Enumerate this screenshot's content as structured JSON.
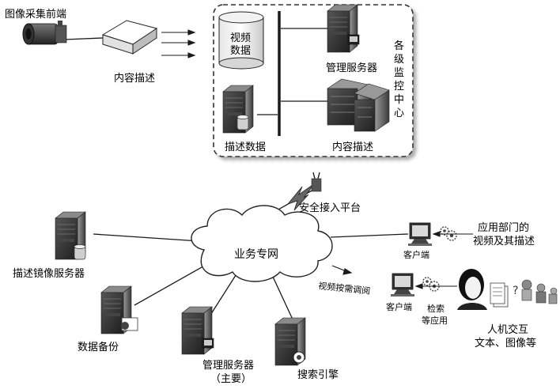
{
  "labels": {
    "camera": "图像采集前端",
    "content_desc_top": "内容描述",
    "video_data_l1": "视频",
    "video_data_l2": "数据",
    "mgmt_server_top": "管理服务器",
    "monitor_center": [
      "各",
      "级",
      "监",
      "控",
      "中",
      "心"
    ],
    "desc_data": "描述数据",
    "content_desc_center": "内容描述",
    "secure_platform": "安全接入平台",
    "business_net": "业务专网",
    "desc_mirror": "描述镜像服务器",
    "data_backup": "数据备份",
    "mgmt_server_main_l1": "管理服务器",
    "mgmt_server_main_l2": "（主要）",
    "search_engine": "搜索引擎",
    "client_1": "客户端",
    "app_dept_l1": "应用部门的",
    "app_dept_l2": "视频及其描述",
    "video_on_demand": "视频按需调阅",
    "client_2": "客户端",
    "search_app_l1": "检索",
    "search_app_l2": "等应用",
    "hci_l1": "人机交互",
    "hci_l2": "文本、图像等"
  },
  "colors": {
    "server_dark": "#2e2e2e",
    "server_mid": "#6a6a6a",
    "server_light": "#b8b8b8",
    "line": "#1a1a1a",
    "cloud_fill": "#ffffff",
    "box_border": "#333333"
  }
}
